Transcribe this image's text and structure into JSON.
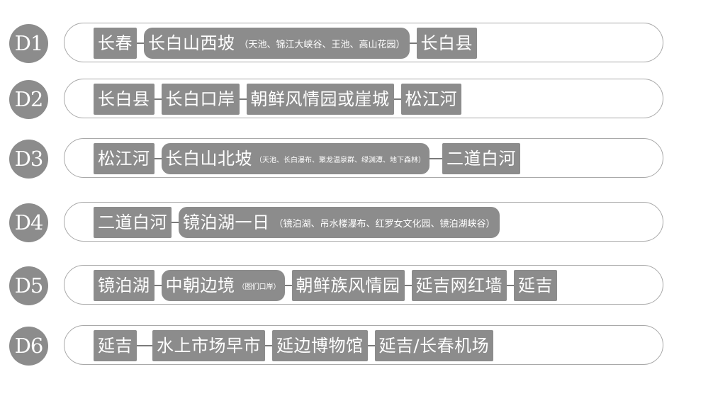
{
  "days": [
    {
      "label": "D1",
      "stops": [
        {
          "name": "长春"
        },
        {
          "name": "长白山西坡",
          "detail": "（天池、锦江大峡谷、王池、高山花园）"
        },
        {
          "name": "长白县"
        }
      ]
    },
    {
      "label": "D2",
      "stops": [
        {
          "name": "长白县"
        },
        {
          "name": "长白口岸"
        },
        {
          "name": "朝鲜风情园或崖城"
        },
        {
          "name": "松江河"
        }
      ]
    },
    {
      "label": "D3",
      "stops": [
        {
          "name": "松江河"
        },
        {
          "name": "长白山北坡",
          "detail": "（天池、长白瀑布、聚龙温泉群、绿渊潭、地下森林）"
        },
        {
          "name": "二道白河"
        }
      ]
    },
    {
      "label": "D4",
      "stops": [
        {
          "name": "二道白河"
        },
        {
          "name": "镜泊湖一日",
          "detail": "（镜泊湖、吊水楼瀑布、红罗女文化园、镜泊湖峡谷）"
        }
      ]
    },
    {
      "label": "D5",
      "stops": [
        {
          "name": "镜泊湖"
        },
        {
          "name": "中朝边境",
          "detail": "（图们口岸）"
        },
        {
          "name": "朝鲜族风情园"
        },
        {
          "name": "延吉网红墙"
        },
        {
          "name": "延吉"
        }
      ]
    },
    {
      "label": "D6",
      "stops": [
        {
          "name": "延吉"
        },
        {
          "name": "水上市场早市"
        },
        {
          "name": "延边博物馆"
        },
        {
          "name": "延吉/长春机场"
        }
      ]
    }
  ]
}
